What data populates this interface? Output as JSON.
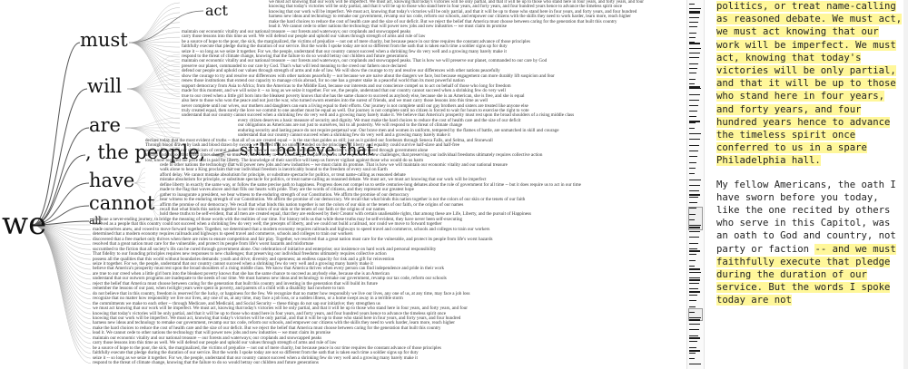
{
  "word_tree": {
    "root": "we",
    "branches": [
      "must",
      "will",
      "are",
      ", the people,",
      "have",
      "cannot",
      "all"
    ],
    "second_level": {
      "act": "act",
      "believe": "still believe that"
    },
    "context_lines": [
      "we must act knowing that our work will be imperfect. We must act, knowing that today's victories will be only partial, and that it will be up to those who stand here in four years, and forty years, and four",
      "knowing that today's victories will be only partial, and that it will be up to those who stand here in four years, and forty years, and four hundred years hence to advance the timeless spirit once",
      "knowing that our work will be imperfect. We must act, knowing that today's victories will be only partial, and that it will be up to those who stand here in four years, and forty years, and four hundred",
      "harness new ideas and technology to remake our government, revamp our tax code, reform our schools, and empower our citizens with the skills they need to work harder, learn more, reach higher",
      "make the hard choices to reduce the cost of health care and the size of our deficit. But we reject the belief that America must choose between caring for the generation that built this country",
      "lead it. We cannot cede to other nations the technology that will power new jobs and new industries -- we must claim its promise",
      "maintain our economic vitality and our national treasure -- our forests and waterways; our croplands and snowcapped peaks",
      "carry those lessons into this time as well. We will defend our people and uphold our values through strength of arms and rule of law",
      "be a source of hope to the poor, the sick, the marginalized, the victims of prejudice -- not out of mere charity, but because peace in our time requires the constant advance of those principles",
      "faithfully execute that pledge during the duration of our service. But the words I spoke today are not so different from the oath that is taken each time a soldier signs up for duty",
      "seize it -- so long as we seize it together. For we, the people, understand that our country cannot succeed when a shrinking few do very well and a growing many barely make it",
      "respond to the threat of climate change, knowing that the failure to do so would betray our children and future generations",
      "maintain our economic vitality and our national treasure -- our forests and waterways, our croplands and snowcapped peaks. That is how we will preserve our planet, commanded to our care by God",
      "preserve our planet, commanded to our care by God. That's what will lend meaning to the creed our fathers once declared",
      "defend our people and uphold our values through strength of arms and rule of law. We will show the courage to try and resolve our differences with other nations peacefully",
      "show the courage to try and resolve our differences with other nations peacefully -- not because we are naive about the dangers we face, but because engagement can more durably lift suspicion and fear",
      "renew those institutions that extend our capacity to manage crisis abroad, for no one has a greater stake in a peaceful world than its most powerful nation",
      "support democracy from Asia to Africa; from the Americas to the Middle East, because our interests and our conscience compel us to act on behalf of those who long for freedom",
      "made for this moment, and we will seize it -- so long as we seize it together. For we, the people, understand that our country cannot succeed when a shrinking few do very well",
      "true to our creed when a little girl born into the bleakest poverty knows that she has the same chance to succeed as anybody else, because she is an American, she is free, and she is equal",
      "also here to those who won the peace and not just the war, who turned sworn enemies into the surest of friends, and we must carry those lessons into this time as well",
      "never complete until our wives, our mothers and daughters can earn a living equal to their efforts. Our journey is not complete until our gay brothers and sisters are treated like anyone else",
      "truly created equal, then surely the love we commit to one another must be equal as well. Our journey is not complete until no citizen is forced to wait for hours to exercise the right to vote",
      "understand that our country cannot succeed when a shrinking few do very well and a growing many barely make it. We believe that America's prosperity must rest upon the broad shoulders of a rising middle class",
      "every citizen deserves a basic measure of security and dignity. We must make the hard choices to reduce the cost of health care and the size of our deficit",
      "our obligations as Americans are not just to ourselves, but to all posterity. We will respond to the threat of climate change",
      "enduring security and lasting peace do not require perpetual war. Our brave men and women in uniform, tempered by the flames of battle, are unmatched in skill and courage",
      "understand that our country cannot succeed when a shrinking few do very well and a growing many barely make it",
      "declare today that the most evident of truths -- that all of us are created equal -- is the star that guides us still; just as it guided our forebears through Seneca Falls, and Selma, and Stonewall",
      "Through blood drawn by lash and blood drawn by sword, we learned that no union founded on the principles of liberty and equality could survive half-slave and half-free",
      "never relinquished our skepticism of central authority, nor have we succumbed to the fiction that all society's ills can be cured through government alone",
      "always understood that when times change, so must we; that fidelity to our founding principles requires new responses to new challenges; that preserving our individual freedoms ultimately requires collective action",
      "lost, know too well the price that is paid for liberty. The knowledge of their sacrifice will keep us forever vigilant against those who would do us harm",
      "cede to other nations the technology that will power new jobs and new industries -- we must claim its promise. That is how we will maintain our economic vitality and our national treasure",
      "walk alone to hear a King proclaim that our individual freedom is inextricably bound to the freedom of every soul on Earth",
      "afford delay. We cannot mistake absolutism for principle, or substitute spectacle for politics, or treat name-calling as reasoned debate",
      "mistake absolutism for principle, or substitute spectacle for politics, or treat name-calling as reasoned debate. We must act, we must act knowing that our work will be imperfect",
      "define liberty in exactly the same way, or follow the same precise path to happiness. Progress does not compel us to settle centuries-long debates about the role of government for all time -- but it does require us to act in our time",
      "made to the flag that waves above and that fills our hearts with pride. They are the words of citizens, and they represent our greatest hope",
      "gather to inaugurate a president, we bear witness to the enduring strength of our Constitution. We affirm the promise of our democracy",
      "bear witness to the enduring strength of our Constitution. We affirm the promise of our democracy. We recall that what binds this nation together is not the colors of our skin or the tenets of our faith",
      "affirm the promise of our democracy. We recall that what binds this nation together is not the colors of our skin or the tenets of our faith, or the origins of our names",
      "recall that what binds this nation together is not the colors of our skin or the tenets of our faith or the origins of our names",
      "hold these truths to be self-evident, that all men are created equal, that they are endowed by their Creator with certain unalienable rights, that among these are Life, Liberty, and the pursuit of Happiness",
      "continue a never-ending journey, to bridge the meaning of those words with the realities of our time. For history tells us that while these truths may be self-evident, they have never been self-executing",
      "resolved as a people that this country could not succeed when a shrinking few do very well; the precepts of liberty, and we could not build a railroad, nor could we move to forward together",
      "made ourselves anew, and vowed to move forward together. Together, we determined that a modern economy requires railroads and highways to speed travel and commerce, schools and colleges to train our workers",
      "determined that a modern economy requires railroads and highways to speed travel and commerce, schools and colleges to train our workers",
      "discovered that a free market only thrives when there are rules to ensure competition and fair play. Together, we resolved that a great nation must care for the vulnerable, and protect its people from life's worst hazards",
      "resolved that a great nation must care for the vulnerable, and protect its people from life's worst hazards and misfortune",
      "succumbed to the fiction that all society's ills can be cured through government alone. Our celebration of initiative and enterprise; our insistence on hard work and personal responsibility",
      "That fidelity to our founding principles requires new responses to new challenges; that preserving our individual freedoms ultimately requires collective action",
      "possess all the qualities that this world without boundaries demands: youth and drive; diversity and openness; an endless capacity for risk and a gift for reinvention",
      "seize it together. For we, the people, understand that our country cannot succeed when a shrinking few do very well and a growing many barely make it",
      "believe that America's prosperity must rest upon the broad shoulders of a rising middle class. We know that America thrives when every person can find independence and pride in their work",
      "are true to our creed when a little girl born into the bleakest poverty knows that she has the same chance to succeed as anybody else, because she is an American",
      "understand that our outworn programs are inadequate to the needs of our time. We must harness new ideas and technology to remake our government, revamp our tax code, reform our schools",
      "reject the belief that America must choose between caring for the generation that built this country and investing in the generation that will build its future",
      "remember the lessons of our past, when twilight years were spent in poverty, and parents of a child with a disability had nowhere to turn",
      "do not believe that in this country, freedom is reserved for the lucky, or happiness for the few. We recognize that no matter how responsibly we live our lives, any one of us, at any time, may face a job loss",
      "recognize that no matter how responsibly we live our lives, any one of us, at any time, may face a job loss, or a sudden illness, or a home swept away in a terrible storm",
      "the commitments we make to each other -- through Medicare, and Medicaid, and Social Security -- these things do not sap our initiative; they strengthen us"
    ]
  },
  "overview": {
    "marks": [
      4,
      9,
      14,
      19,
      24,
      29,
      36,
      41,
      46,
      53,
      58,
      63,
      70,
      75,
      80,
      87,
      92,
      97,
      104,
      110,
      116,
      122,
      128,
      135,
      141,
      147,
      153,
      160,
      166,
      172,
      179,
      185,
      191,
      198,
      204,
      210,
      217,
      223,
      229,
      236,
      242,
      248,
      255,
      261,
      268,
      274,
      280,
      287,
      293,
      300,
      306,
      312,
      318,
      325,
      331,
      338,
      344,
      350,
      357,
      363,
      370,
      376,
      383,
      389,
      395,
      401
    ],
    "thick": [
      12,
      47,
      95,
      133,
      214,
      250,
      276,
      296,
      308,
      321,
      352,
      372,
      386
    ]
  },
  "reader": {
    "paragraph1": "politics, or treat name-calling as reasoned debate. We must act, we must act knowing that our work will be imperfect. We must act, knowing that today's victories will be only partial, and that it will be up to those who stand here in four years, and forty years, and four hundred years hence to advance the timeless spirit once conferred to us in a spare Philadelphia hall.",
    "paragraph2": "My fellow Americans, the oath I have sworn before you today, like the one recited by others who serve in this Capitol, was an oath to God and country, not party or faction -- and we must faithfully execute that pledge during the duration of our service. But the words I spoke today are not",
    "highlight_color": "#fff79a"
  }
}
